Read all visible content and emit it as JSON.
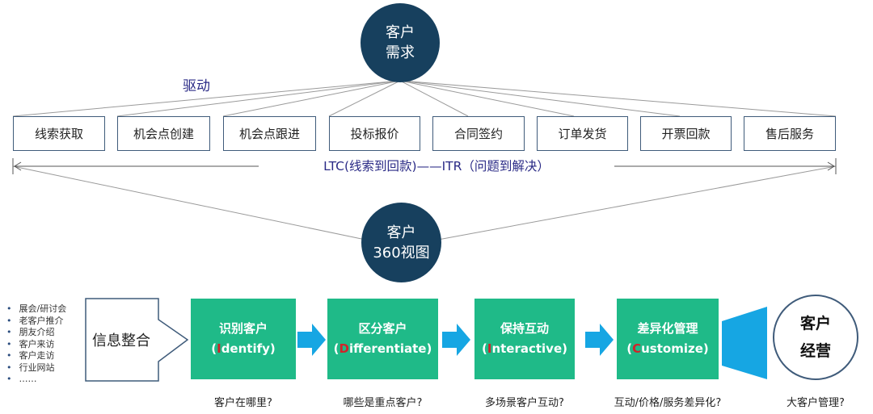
{
  "top_circle": {
    "line1": "客户",
    "line2": "需求"
  },
  "drive_label": "驱动",
  "stages": [
    "线索获取",
    "机会点创建",
    "机会点跟进",
    "投标报价",
    "合同签约",
    "订单发货",
    "开票回款",
    "售后服务"
  ],
  "process_label": "LTC(线索到回款)——ITR（问题到解决）",
  "mid_circle": {
    "line1": "客户",
    "line2": "360视图"
  },
  "channels": [
    "展会/研讨会",
    "老客户推介",
    "朋友介绍",
    "客户来访",
    "客户走访",
    "行业网站",
    "……"
  ],
  "integration_label": "信息整合",
  "steps": [
    {
      "title": "识别客户",
      "paren_open": "(",
      "letter": "I",
      "rest": "dentify)",
      "question": "客户在哪里?"
    },
    {
      "title": "区分客户",
      "paren_open": "(",
      "letter": "D",
      "rest": "ifferentiate)",
      "question": "哪些是重点客户?"
    },
    {
      "title": "保持互动",
      "paren_open": "(",
      "letter": "I",
      "rest": "nteractive)",
      "question": "多场景客户互动?"
    },
    {
      "title": "差异化管理",
      "paren_open": "(",
      "letter": "C",
      "rest": "ustomize)",
      "question": "互动/价格/服务差异化?"
    }
  ],
  "end_circle": {
    "line1": "客户",
    "line2": "经营",
    "question": "大客户管理?"
  },
  "colors": {
    "navy": "#17405e",
    "green": "#1fba88",
    "arrow_blue": "#16a6e3",
    "accent_red": "#d1232a",
    "label_blue": "#2a2a86"
  }
}
